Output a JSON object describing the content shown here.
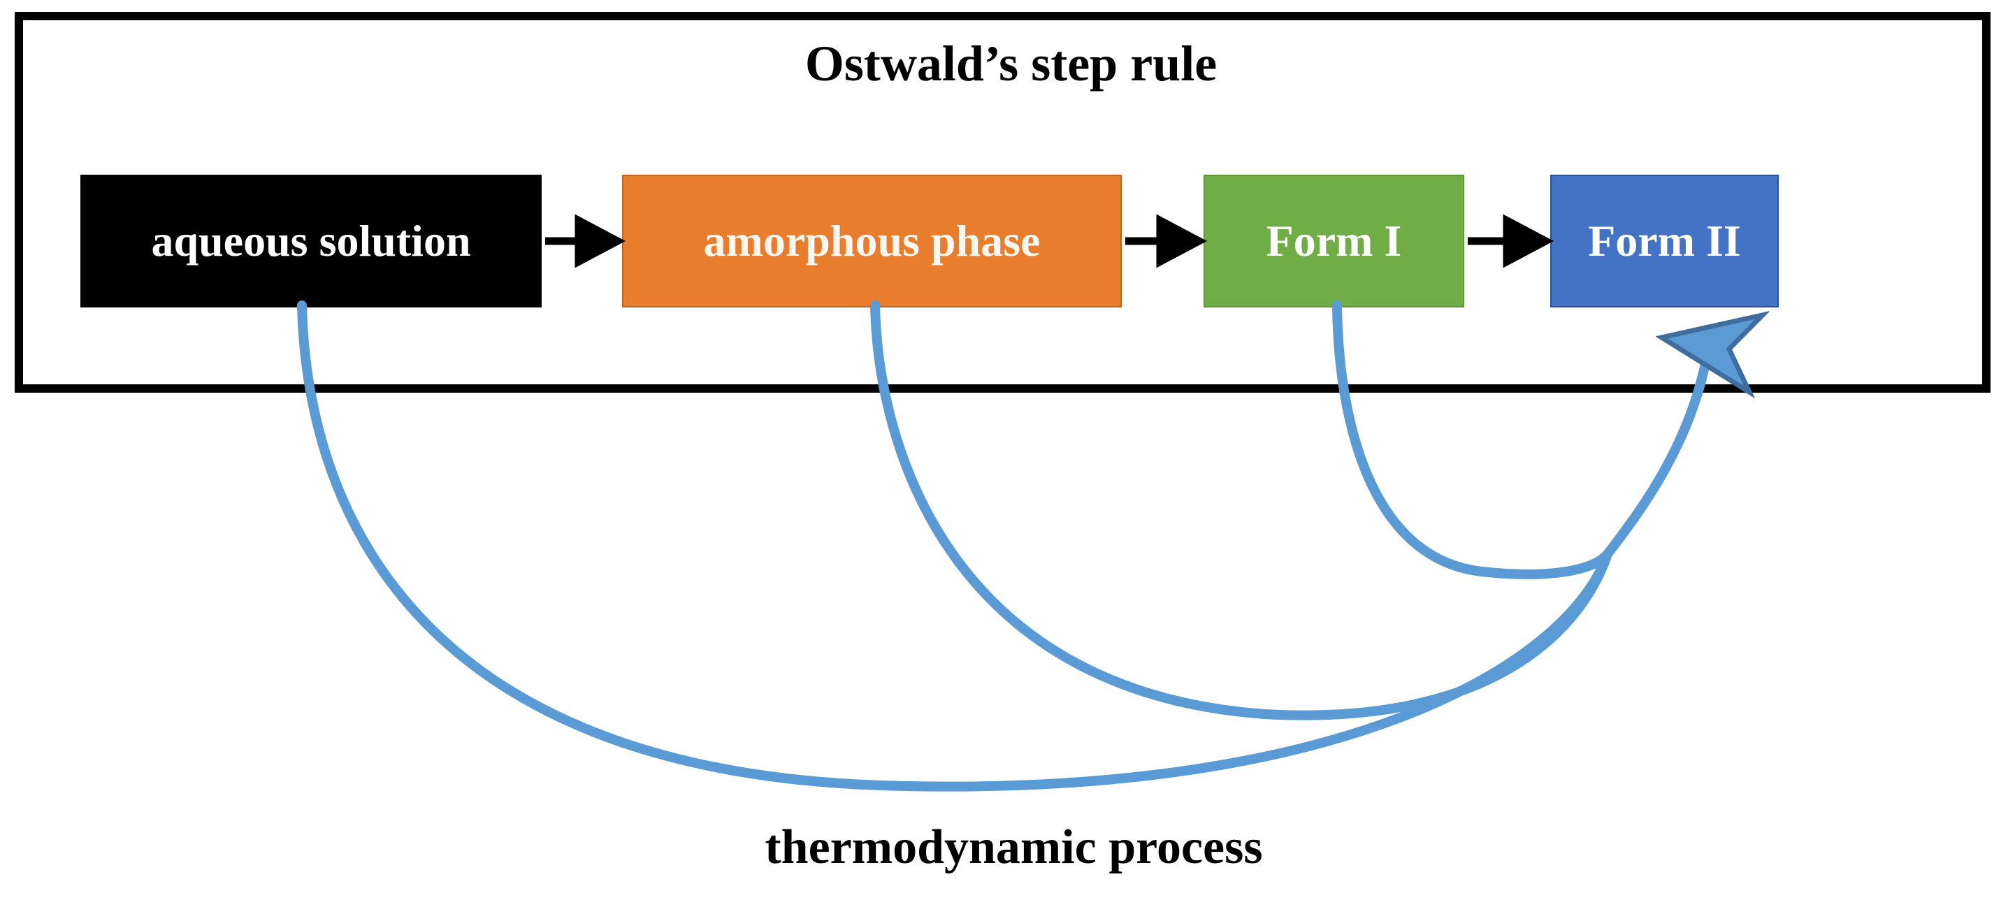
{
  "diagram": {
    "group_title": "Ostwald’s step rule",
    "bottom_label": "thermodynamic process",
    "nodes": [
      {
        "id": "aqueous",
        "label": "aqueous solution",
        "color": "#000000",
        "text_color": "#FFFFFF"
      },
      {
        "id": "amorphous",
        "label": "amorphous phase",
        "color": "#E87D2E",
        "text_color": "#FDF6EE"
      },
      {
        "id": "form1",
        "label": "Form I",
        "color": "#70AD47",
        "text_color": "#FFFFFF"
      },
      {
        "id": "form2",
        "label": "Form II",
        "color": "#4472C4",
        "text_color": "#FFFFFF"
      }
    ],
    "step_arrows": [
      {
        "from": "aqueous",
        "to": "amorphous",
        "color": "#000000"
      },
      {
        "from": "amorphous",
        "to": "form1",
        "color": "#000000"
      },
      {
        "from": "form1",
        "to": "form2",
        "color": "#000000"
      }
    ],
    "thermodynamic_arrows": [
      {
        "from": "aqueous",
        "to": "form2",
        "color": "#5B9BD5"
      },
      {
        "from": "amorphous",
        "to": "form2",
        "color": "#5B9BD5"
      },
      {
        "from": "form1",
        "to": "form2",
        "color": "#5B9BD5"
      }
    ],
    "colors": {
      "frame_border": "#000000",
      "background": "#FFFFFF",
      "curve": "#5B9BD5",
      "step_arrow": "#000000"
    }
  }
}
